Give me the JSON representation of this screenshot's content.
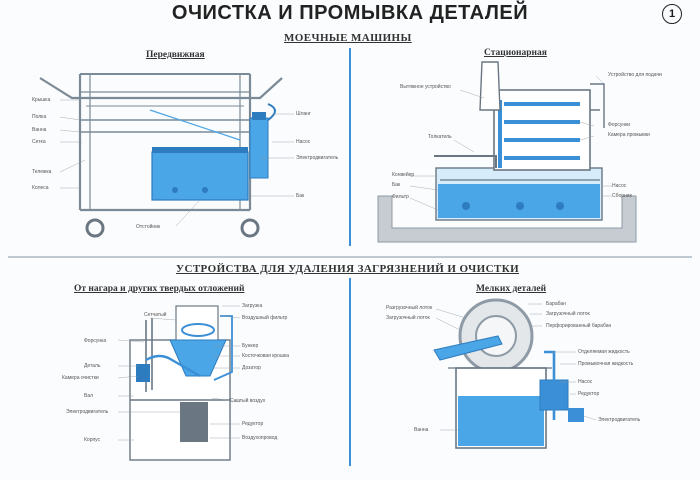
{
  "title": "ОЧИСТКА И ПРОМЫВКА ДЕТАЛЕЙ",
  "sheet_number": "1",
  "sections": {
    "washers": "МОЕЧНЫЕ МАШИНЫ",
    "devices": "УСТРОЙСТВА ДЛЯ УДАЛЕНИЯ ЗАГРЯЗНЕНИЙ И ОЧИСТКИ"
  },
  "panels": {
    "mobile": "Передвижная",
    "stationary": "Стационарная",
    "carbon": "От нагара и других твердых отложений",
    "small": "Мелких деталей"
  },
  "colors": {
    "accent": "#3b8fd6",
    "water": "#4aa6e6",
    "line": "#7a8a96"
  }
}
